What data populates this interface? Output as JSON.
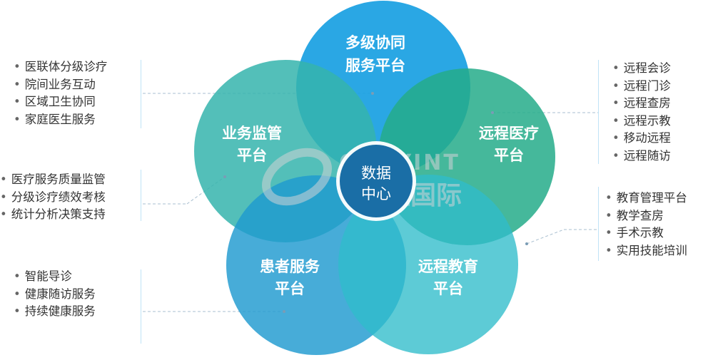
{
  "colors": {
    "top": "#1aa0e2",
    "right": "#24ab8a",
    "bottom_right": "#2fbcca",
    "bottom_left": "#1f9ad0",
    "left": "#35b4ad",
    "center": "#1a6ea6",
    "text": "#333333",
    "line": "#9ab8d0",
    "accent": "#8dd0f5"
  },
  "center": {
    "line1": "数据",
    "line2": "中心"
  },
  "watermark": {
    "latin": "GENYINT",
    "cjk": "健医国际"
  },
  "petals": {
    "top": {
      "line1": "多级协同",
      "line2": "服务平台"
    },
    "right": {
      "line1": "远程医疗",
      "line2": "平台"
    },
    "bottom_right": {
      "line1": "远程教育",
      "line2": "平台"
    },
    "bottom_left": {
      "line1": "患者服务",
      "line2": "平台"
    },
    "left": {
      "line1": "业务监管",
      "line2": "平台"
    }
  },
  "lists": {
    "top_left": [
      "医联体分级诊疗",
      "院间业务互动",
      "区域卫生协同",
      "家庭医生服务"
    ],
    "mid_left": [
      "医疗服务质量监管",
      "分级诊疗绩效考核",
      "统计分析决策支持"
    ],
    "bottom_left": [
      "智能导诊",
      "健康随访服务",
      "持续健康服务"
    ],
    "top_right": [
      "远程会诊",
      "远程门诊",
      "远程查房",
      "远程示教",
      "移动远程",
      "远程随访"
    ],
    "bottom_right": [
      "教育管理平台",
      "教学查房",
      "手术示教",
      "实用技能培训"
    ]
  }
}
